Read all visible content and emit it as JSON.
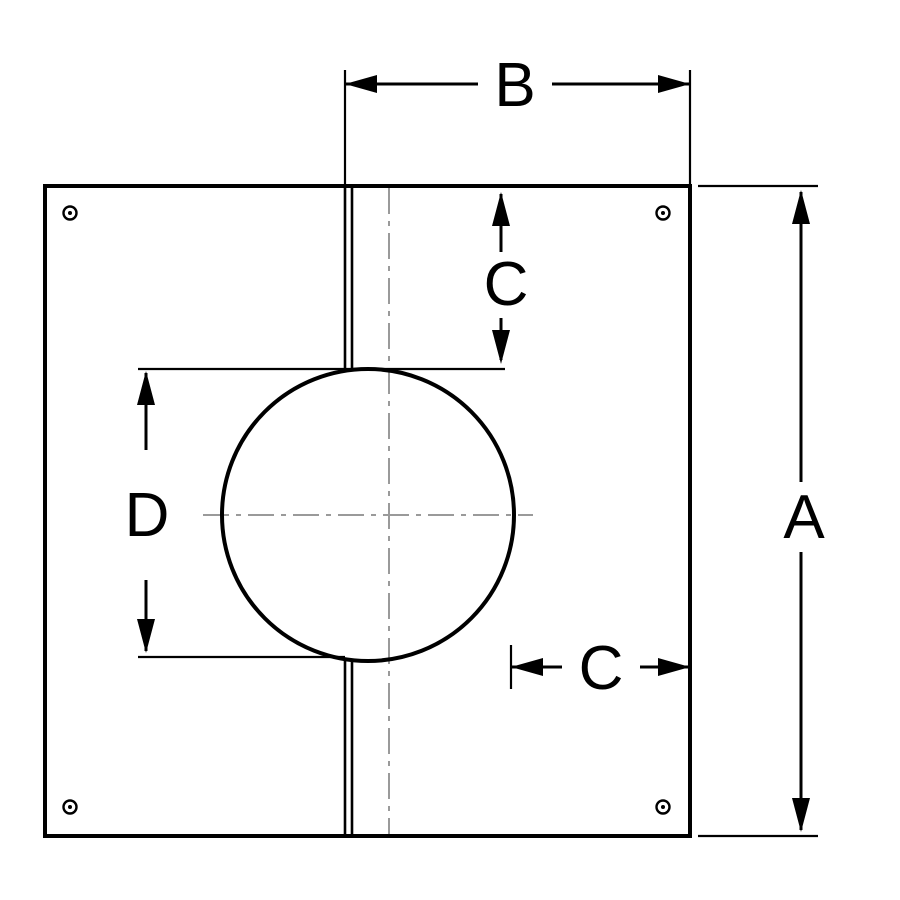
{
  "diagram": {
    "colors": {
      "outline": "#000000",
      "centerline": "#9a9a9a",
      "background": "#ffffff"
    },
    "labels": {
      "a": "A",
      "b": "B",
      "c_top": "C",
      "c_side": "C",
      "d": "D"
    }
  }
}
